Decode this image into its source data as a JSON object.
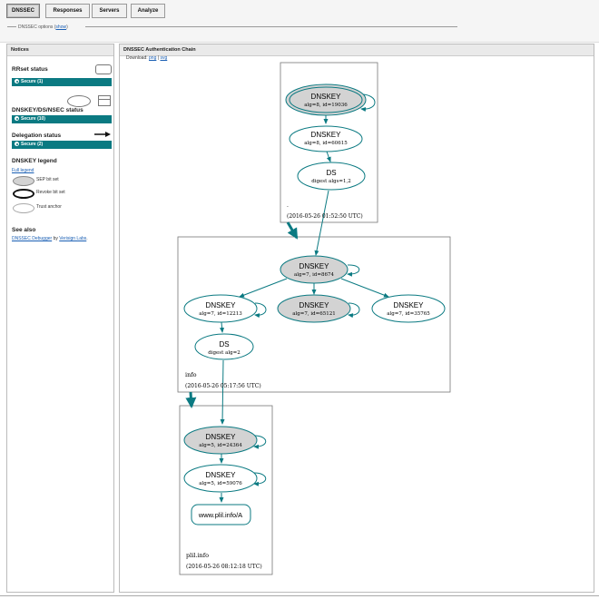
{
  "tabs": [
    {
      "label": "DNSSEC",
      "active": true
    },
    {
      "label": "Responses",
      "active": false
    },
    {
      "label": "Servers",
      "active": false
    },
    {
      "label": "Analyze",
      "active": false
    }
  ],
  "options": {
    "label": "DNSSEC options",
    "link": "show"
  },
  "notices": {
    "title": "Notices",
    "rrset": {
      "heading": "RRset status",
      "badge": "Secure (1)"
    },
    "dnskey": {
      "heading": "DNSKEY/DS/NSEC status",
      "badge": "Secure (10)"
    },
    "delegation": {
      "heading": "Delegation status",
      "badge": "Secure (2)"
    },
    "legend": {
      "heading": "DNSKEY legend",
      "full_link": "Full legend",
      "items": [
        "SEP bit set",
        "Revoke bit set",
        "Trust anchor"
      ]
    },
    "see_also": {
      "heading": "See also",
      "link1": "DNSSEC Debugger",
      "by": "by",
      "link2": "Verisign Labs",
      "end": "."
    }
  },
  "chain": {
    "title": "DNSSEC Authentication Chain",
    "download_label": "Download:",
    "png_link": "png",
    "sep": "|",
    "svg_link": "svg"
  },
  "graph": {
    "nodes": {
      "root_ksk": {
        "title": "DNSKEY",
        "sub": "alg=8, id=19036"
      },
      "root_zsk": {
        "title": "DNSKEY",
        "sub": "alg=8, id=60615"
      },
      "root_ds": {
        "title": "DS",
        "sub": "digest algs=1,2"
      },
      "info_ksk": {
        "title": "DNSKEY",
        "sub": "alg=7, id=8674"
      },
      "info_k1": {
        "title": "DNSKEY",
        "sub": "alg=7, id=12213"
      },
      "info_k2": {
        "title": "DNSKEY",
        "sub": "alg=7, id=65121"
      },
      "info_k3": {
        "title": "DNSKEY",
        "sub": "alg=7, id=35765"
      },
      "info_ds": {
        "title": "DS",
        "sub": "digest alg=2"
      },
      "plil_ksk": {
        "title": "DNSKEY",
        "sub": "alg=5, id=24364"
      },
      "plil_zsk": {
        "title": "DNSKEY",
        "sub": "alg=5, id=59076"
      },
      "rrset": {
        "title": "www.plil.info/A"
      }
    },
    "zones": {
      "root": {
        "name": ".",
        "time": "(2016-05-26 01:52:50 UTC)"
      },
      "info": {
        "name": "info",
        "time": "(2016-05-26 05:17:56 UTC)"
      },
      "plil": {
        "name": "plil.info",
        "time": "(2016-05-26 08:12:18 UTC)"
      }
    }
  },
  "colors": {
    "secure": "#0b7a82",
    "sep_fill": "#d3d3d3"
  }
}
